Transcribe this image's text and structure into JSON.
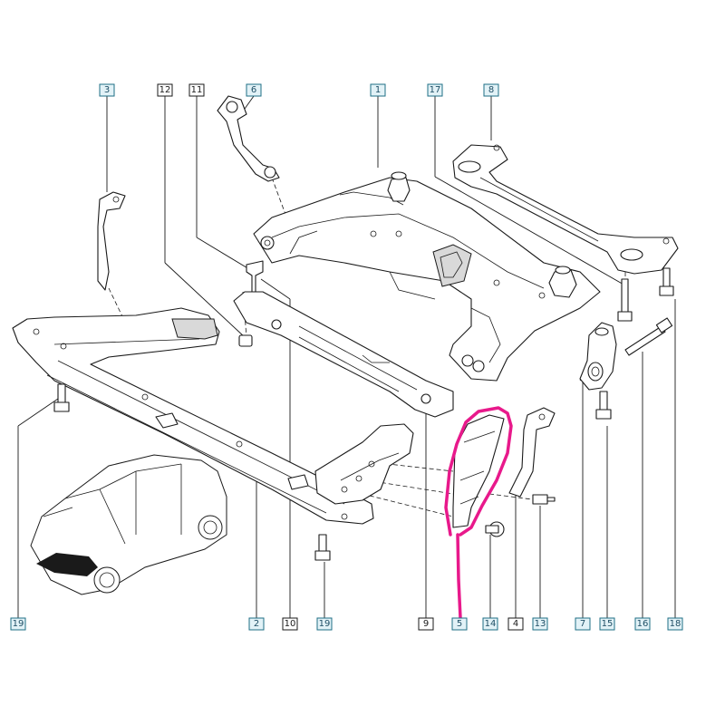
{
  "callouts": {
    "c3": "3",
    "c12": "12",
    "c11": "11",
    "c6": "6",
    "c1": "1",
    "c17": "17",
    "c8": "8",
    "b19a": "19",
    "b2": "2",
    "b10": "10",
    "b19b": "19",
    "b9": "9",
    "b5": "5",
    "b14": "14",
    "b4": "4",
    "b13": "13",
    "b7": "7",
    "b15": "15",
    "b16": "16",
    "b18": "18"
  },
  "colors": {
    "highlight": "#e8198b",
    "label_box_fill": "#e2f2f7",
    "label_box_stroke": "#1f6f86",
    "line": "#1a1a1a"
  }
}
